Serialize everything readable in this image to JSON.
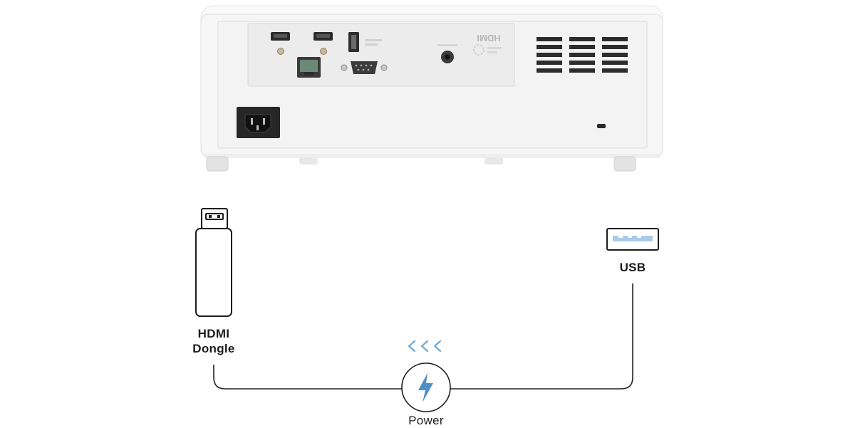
{
  "projector": {
    "panel_brand_text": "HDMI"
  },
  "labels": {
    "hdmi_dongle": "HDMI\nDongle",
    "usb": "USB",
    "power": "Power"
  },
  "flow": {
    "direction_glyph": "<<<"
  },
  "colors": {
    "line": "#222222",
    "accent": "#6fa8d6",
    "bolt": "#4f8fc9",
    "projector_body": "#f7f7f7",
    "projector_panel": "#efefef"
  }
}
